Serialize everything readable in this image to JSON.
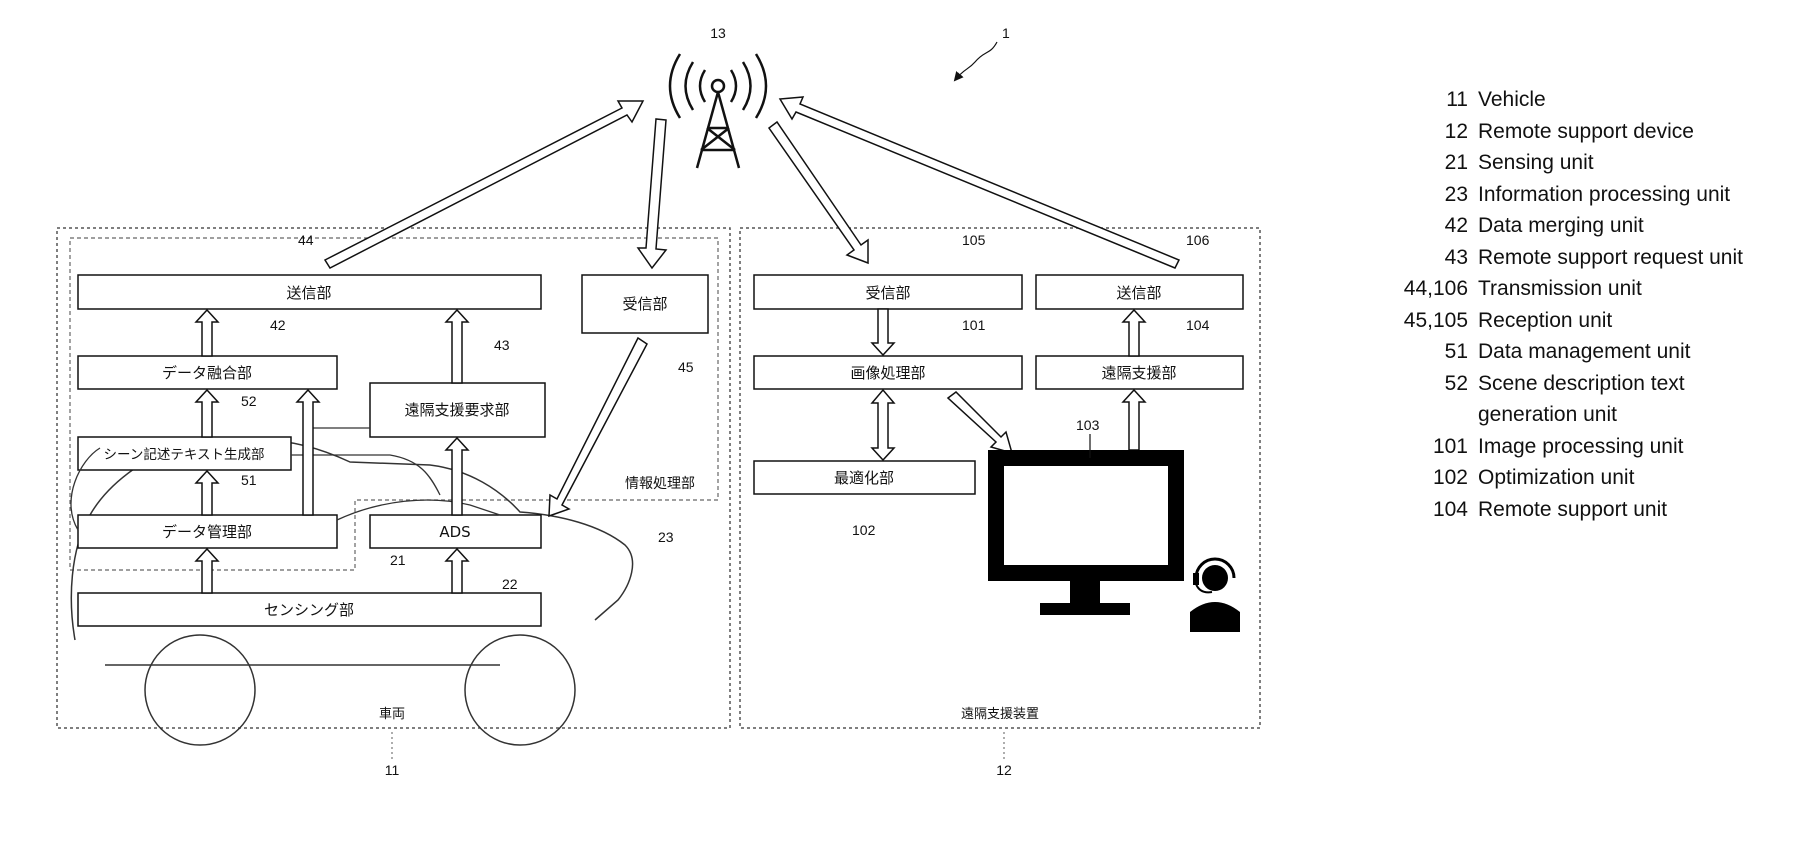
{
  "figure_ref": "1",
  "antenna_ref": "13",
  "vehicle": {
    "caption": "車両",
    "ref": "11",
    "blocks": {
      "transmitter": {
        "label": "送信部",
        "ref": "44"
      },
      "receiver": {
        "label": "受信部",
        "ref": "45"
      },
      "data_merging": {
        "label": "データ融合部",
        "ref": "42"
      },
      "remote_request": {
        "label": "遠隔支援要求部",
        "ref": "43"
      },
      "scene_text": {
        "label": "シーン記述テキスト生成部",
        "ref": "52"
      },
      "data_management": {
        "label": "データ管理部",
        "ref": "51"
      },
      "ads": {
        "label": "ADS",
        "ref": "22"
      },
      "sensing": {
        "label": "センシング部",
        "ref": "21"
      }
    },
    "info_processing": {
      "label": "情報処理部",
      "ref": "23"
    }
  },
  "remote_device": {
    "caption": "遠隔支援装置",
    "ref": "12",
    "blocks": {
      "receiver": {
        "label": "受信部",
        "ref": "105"
      },
      "transmitter": {
        "label": "送信部",
        "ref": "106"
      },
      "image_processing": {
        "label": "画像処理部",
        "ref": "101"
      },
      "remote_support": {
        "label": "遠隔支援部",
        "ref": "104"
      },
      "optimization": {
        "label": "最適化部",
        "ref": "102"
      },
      "monitor": {
        "ref": "103"
      }
    }
  },
  "legend": [
    {
      "num": "11",
      "text": "Vehicle"
    },
    {
      "num": "12",
      "text": "Remote support device"
    },
    {
      "num": "21",
      "text": "Sensing unit"
    },
    {
      "num": "23",
      "text": "Information processing unit"
    },
    {
      "num": "42",
      "text": "Data merging unit"
    },
    {
      "num": "43",
      "text": "Remote support request unit"
    },
    {
      "num": "44,106",
      "text": "Transmission unit"
    },
    {
      "num": "45,105",
      "text": "Reception unit"
    },
    {
      "num": "51",
      "text": "Data management unit"
    },
    {
      "num": "52",
      "text": "Scene description text generation unit"
    },
    {
      "num": "101",
      "text": "Image processing unit"
    },
    {
      "num": "102",
      "text": "Optimization unit"
    },
    {
      "num": "104",
      "text": "Remote support unit"
    }
  ]
}
